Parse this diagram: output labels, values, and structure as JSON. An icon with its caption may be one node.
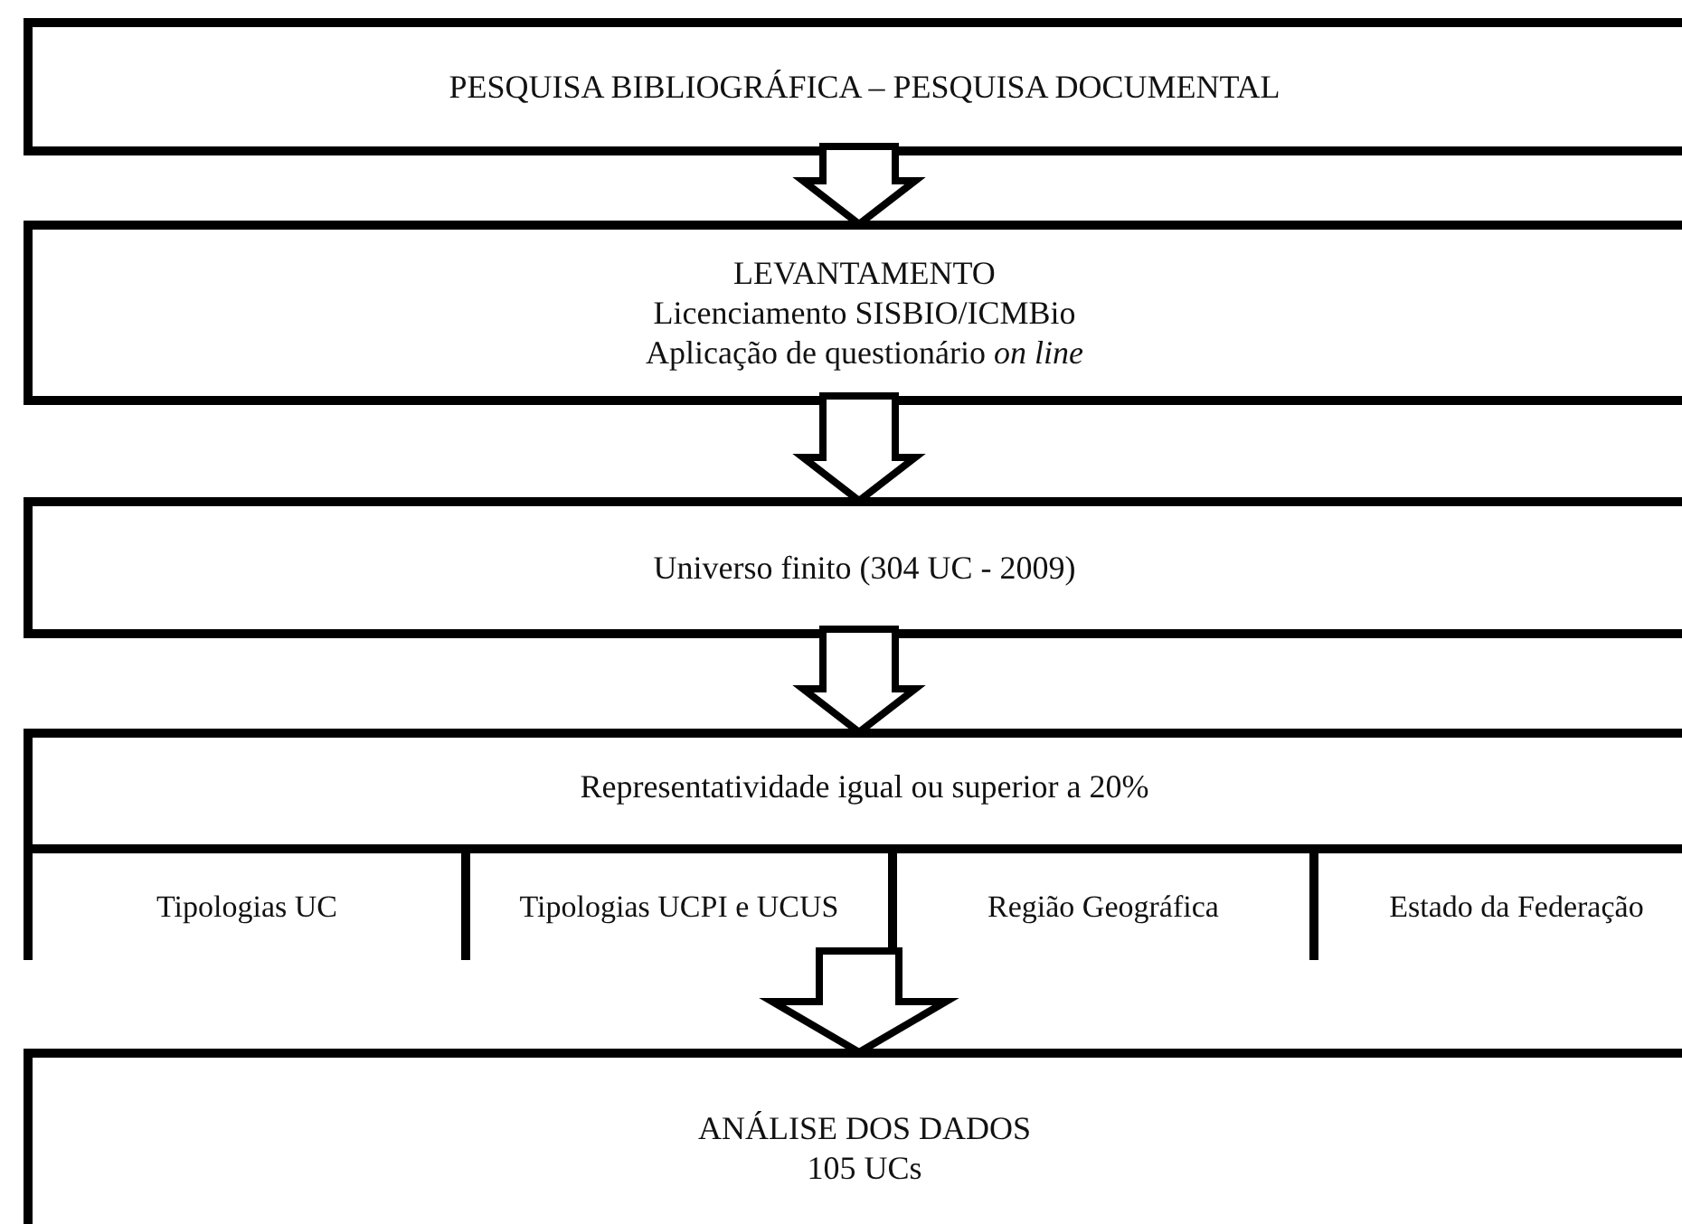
{
  "diagram": {
    "nodes": [
      {
        "text": [
          "PESQUISA BIBLIOGRÁFICA – PESQUISA DOCUMENTAL"
        ]
      },
      {
        "text": [
          "LEVANTAMENTO",
          "Licenciamento SISBIO/ICMBio",
          "Aplicação de questionário *on line*"
        ]
      },
      {
        "text": [
          "Universo finito (304 UC - 2009)"
        ]
      },
      {
        "text": [
          "Representatividade igual ou superior a 20%"
        ]
      },
      {
        "text": [
          "Tipologias UC"
        ],
        "in": 3
      },
      {
        "text": [
          "Tipologias UCPI e UCUS"
        ],
        "in": 3
      },
      {
        "text": [
          "Região Geográfica"
        ],
        "in": 3
      },
      {
        "text": [
          "Estado da Federação"
        ],
        "in": 3
      },
      {
        "text": [
          "ANÁLISE DOS DADOS",
          "105 UCs"
        ]
      }
    ],
    "edges": [
      {
        "from": 0,
        "to": 1,
        "arrow": "to"
      },
      {
        "from": 1,
        "to": 2,
        "arrow": "to"
      },
      {
        "from": 2,
        "to": 3,
        "arrow": "to"
      },
      {
        "from": 3,
        "to": 8,
        "arrow": "to"
      }
    ]
  }
}
